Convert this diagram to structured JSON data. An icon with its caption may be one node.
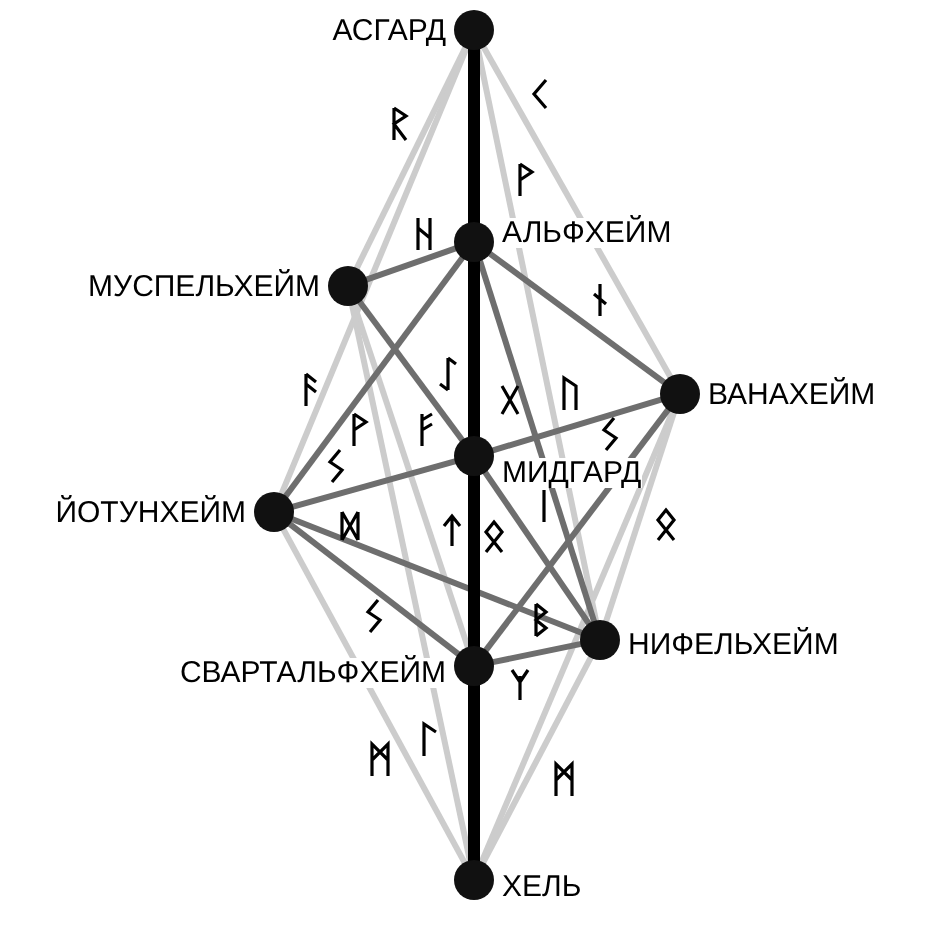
{
  "diagram": {
    "nodes": [
      {
        "text": [],
        "shape": "circle",
        "beside": [
          "АСГАРД"
        ]
      },
      {
        "text": [],
        "shape": "circle",
        "beside": [
          "АЛЬФХЕЙМ"
        ]
      },
      {
        "text": [],
        "shape": "circle",
        "beside": [
          "МУСПЕЛЬХЕЙМ"
        ]
      },
      {
        "text": [],
        "shape": "circle",
        "beside": [
          "ВАНАХЕЙМ"
        ]
      },
      {
        "text": [],
        "shape": "circle",
        "beside": [
          "МИДГАРД"
        ]
      },
      {
        "text": [],
        "shape": "circle",
        "beside": [
          "ЙОТУНХЕЙМ"
        ]
      },
      {
        "text": [],
        "shape": "circle",
        "beside": [
          "НИФЕЛЬХЕЙМ"
        ]
      },
      {
        "text": [],
        "shape": "circle",
        "beside": [
          "СВАРТАЛЬФХЕЙМ"
        ]
      },
      {
        "text": [],
        "shape": "circle",
        "beside": [
          "ХЕЛЬ"
        ]
      }
    ],
    "edges": [
      {
        "from": 0,
        "to": 1,
        "arrow": "none",
        "style": "thick",
        "color": "#000000"
      },
      {
        "from": 1,
        "to": 4,
        "arrow": "none",
        "style": "thick",
        "color": "#000000"
      },
      {
        "from": 4,
        "to": 7,
        "arrow": "none",
        "style": "thick",
        "color": "#000000"
      },
      {
        "from": 7,
        "to": 8,
        "arrow": "none",
        "style": "thick",
        "color": "#000000"
      },
      {
        "from": 0,
        "to": 2,
        "arrow": "none",
        "color": "#cccccc"
      },
      {
        "from": 0,
        "to": 5,
        "arrow": "none",
        "color": "#cccccc"
      },
      {
        "from": 0,
        "to": 3,
        "arrow": "none",
        "color": "#cccccc"
      },
      {
        "from": 0,
        "to": 6,
        "arrow": "none",
        "color": "#cccccc"
      },
      {
        "from": 2,
        "to": 7,
        "arrow": "none",
        "color": "#cccccc"
      },
      {
        "from": 5,
        "to": 8,
        "arrow": "none",
        "color": "#cccccc"
      },
      {
        "from": 2,
        "to": 8,
        "arrow": "none",
        "color": "#cccccc"
      },
      {
        "from": 3,
        "to": 8,
        "arrow": "none",
        "color": "#cccccc"
      },
      {
        "from": 6,
        "to": 8,
        "arrow": "none",
        "color": "#cccccc"
      },
      {
        "from": 3,
        "to": 6,
        "arrow": "none",
        "color": "#cccccc"
      },
      {
        "from": 1,
        "to": 2,
        "arrow": "none"
      },
      {
        "from": 1,
        "to": 3,
        "arrow": "none"
      },
      {
        "from": 1,
        "to": 5,
        "arrow": "none"
      },
      {
        "from": 1,
        "to": 6,
        "arrow": "none"
      },
      {
        "from": 2,
        "to": 4,
        "arrow": "none"
      },
      {
        "from": 5,
        "to": 4,
        "arrow": "none"
      },
      {
        "from": 4,
        "to": 3,
        "arrow": "none"
      },
      {
        "from": 5,
        "to": 7,
        "arrow": "none"
      },
      {
        "from": 3,
        "to": 7,
        "arrow": "none"
      },
      {
        "from": 6,
        "to": 7,
        "arrow": "none"
      },
      {
        "from": 4,
        "to": 6,
        "arrow": "none"
      },
      {
        "from": 5,
        "to": 6,
        "arrow": "none"
      }
    ]
  }
}
